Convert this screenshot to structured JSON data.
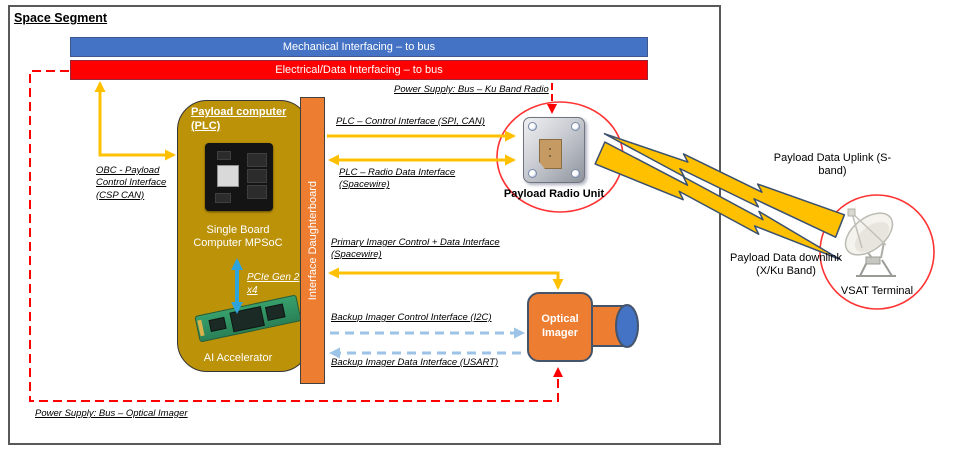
{
  "page": {
    "title": "Space Segment"
  },
  "bars": {
    "mechanical": "Mechanical Interfacing – to bus",
    "electrical": "Electrical/Data Interfacing – to bus"
  },
  "plc": {
    "title": "Payload computer (PLC)",
    "sbc_label": "Single Board Computer MPSoC",
    "pcie_label": "PCIe Gen 2 x4",
    "ai_label": "AI Accelerator"
  },
  "daughterboard_label": "Interface Daughterboard",
  "nodes": {
    "radio": "Payload Radio Unit",
    "imager": "Optical Imager",
    "vsat": "VSAT Terminal"
  },
  "links": {
    "obc": "OBC - Payload Control Interface (CSP CAN)",
    "power_radio": "Power Supply: Bus – Ku Band Radio",
    "plc_control": "PLC – Control Interface (SPI, CAN)",
    "plc_radio_data": "PLC – Radio Data Interface (Spacewire)",
    "primary_imager": "Primary Imager Control + Data Interface (Spacewire)",
    "backup_control": "Backup Imager Control Interface (I2C)",
    "backup_data": "Backup Imager Data Interface (USART)",
    "power_imager": "Power Supply: Bus – Optical Imager",
    "uplink": "Payload Data Uplink (S-band)",
    "downlink": "Payload Data downlink (X/Ku Band)"
  },
  "colors": {
    "blue": "#4472C4",
    "red": "#FF0000",
    "olive": "#BB9208",
    "orange": "#ED7D31",
    "yellow": "#FFC000",
    "lblue": "#9DC3E6",
    "pcie": "#2FA3DC",
    "boltline": "#3A506E",
    "circle_red": "#FF3333"
  }
}
